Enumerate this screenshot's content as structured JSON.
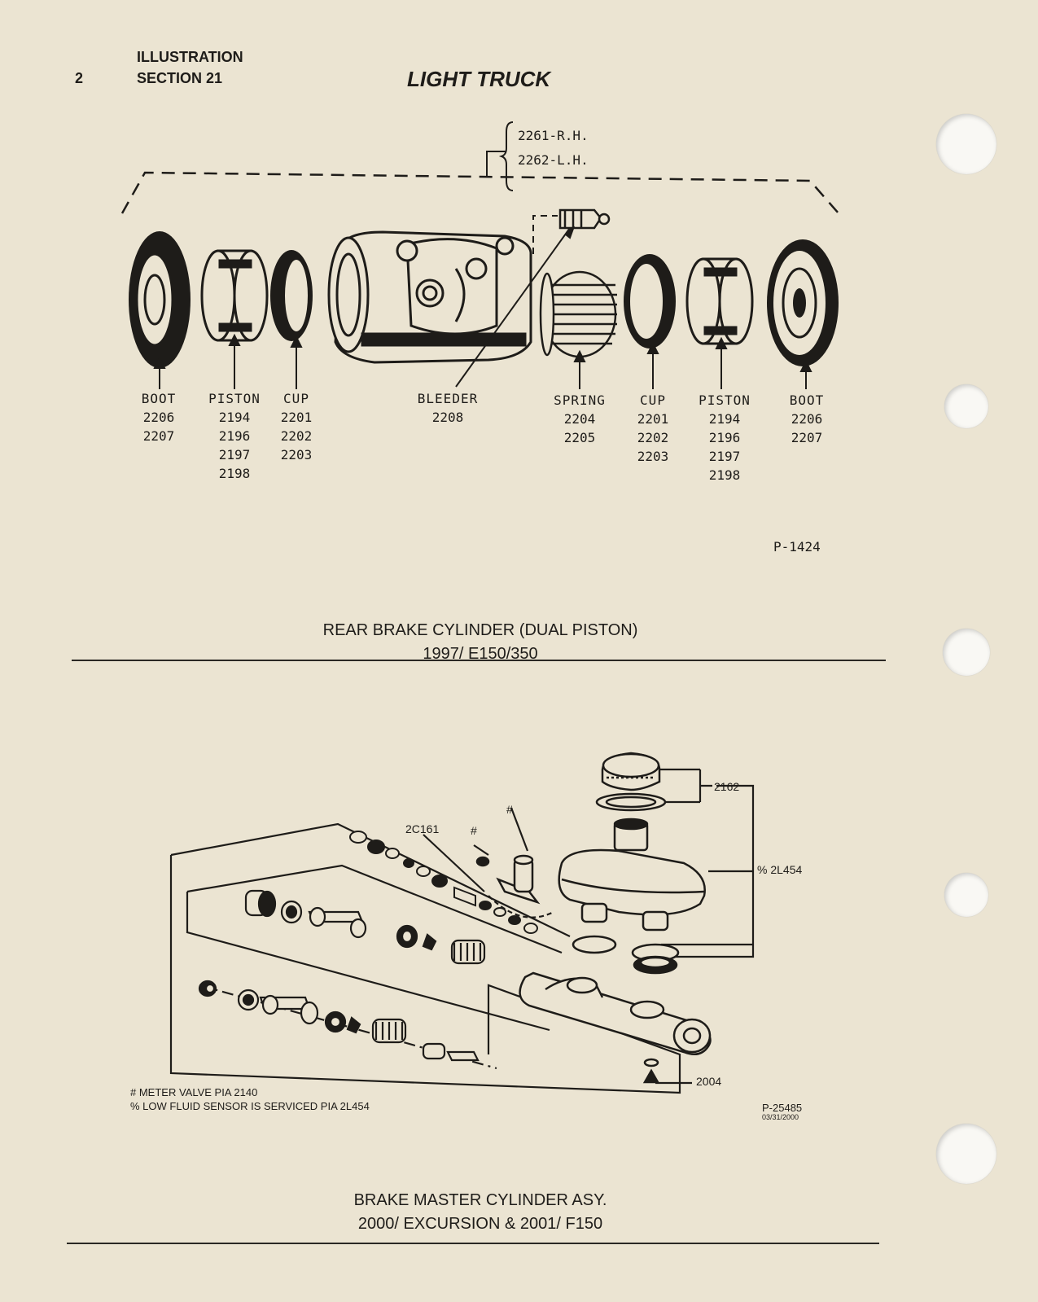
{
  "header": {
    "page_number": "2",
    "illustration_label": "ILLUSTRATION",
    "section_label": "SECTION 21",
    "title": "LIGHT TRUCK"
  },
  "upper_figure": {
    "assembly_part_numbers": [
      "2261-R.H.",
      "2262-L.H."
    ],
    "parts": [
      {
        "name": "BOOT",
        "numbers": [
          "2206",
          "2207"
        ]
      },
      {
        "name": "PISTON",
        "numbers": [
          "2194",
          "2196",
          "2197",
          "2198"
        ]
      },
      {
        "name": "CUP",
        "numbers": [
          "2201",
          "2202",
          "2203"
        ]
      },
      {
        "name": "BLEEDER",
        "numbers": [
          "2208"
        ]
      },
      {
        "name": "SPRING",
        "numbers": [
          "2204",
          "2205"
        ]
      },
      {
        "name": "CUP",
        "numbers": [
          "2201",
          "2202",
          "2203"
        ]
      },
      {
        "name": "PISTON",
        "numbers": [
          "2194",
          "2196",
          "2197",
          "2198"
        ]
      },
      {
        "name": "BOOT",
        "numbers": [
          "2206",
          "2207"
        ]
      }
    ],
    "figure_code": "P-1424",
    "caption_line1": "REAR BRAKE CYLINDER (DUAL PISTON)",
    "caption_line2": "1997/ E150/350"
  },
  "lower_figure": {
    "callouts": {
      "c2c161": "2C161",
      "hash1": "#",
      "hash2": "#",
      "c2162": "2162",
      "c2l454": "% 2L454",
      "c2004": "2004"
    },
    "notes": [
      "# METER VALVE PIA 2140",
      "% LOW FLUID SENSOR IS SERVICED PIA 2L454"
    ],
    "figure_code": "P-25485",
    "figure_date": "03/31/2000",
    "caption_line1": "BRAKE MASTER CYLINDER ASY.",
    "caption_line2": "2000/ EXCURSION & 2001/ F150"
  }
}
